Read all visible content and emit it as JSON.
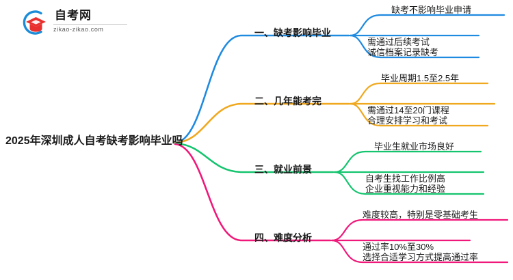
{
  "logo": {
    "mark_icon": "graduation-cap-logo-icon",
    "title": "自考网",
    "domain": "zikao-zikao.com",
    "arc_color": "#1a8cd8",
    "cap_color": "#e8312f"
  },
  "mindmap": {
    "root": {
      "label": "2025年深圳成人自考缺考影响毕业吗"
    },
    "branches": [
      {
        "label": "一、缺考影响毕业",
        "color": "#1e8ae0",
        "leaves": [
          {
            "label": "缺考不影响毕业申请"
          },
          {
            "label": "需通过后续考试"
          },
          {
            "label": "诚信档案记录缺考"
          }
        ]
      },
      {
        "label": "二、几年能考完",
        "color": "#f0a81e",
        "leaves": [
          {
            "label": "毕业周期1.5至2.5年"
          },
          {
            "label": "需通过14至20门课程"
          },
          {
            "label": "合理安排学习和考试"
          }
        ]
      },
      {
        "label": "三、就业前景",
        "color": "#14c46e",
        "leaves": [
          {
            "label": "毕业生就业市场良好"
          },
          {
            "label": "自考生找工作比例高"
          },
          {
            "label": "企业重视能力和经验"
          }
        ]
      },
      {
        "label": "四、难度分析",
        "color": "#f0187a",
        "leaves": [
          {
            "label": "难度较高，特别是零基础考生"
          },
          {
            "label": "通过率10%至30%"
          },
          {
            "label": "选择合适学习方式提高通过率"
          }
        ]
      }
    ]
  }
}
